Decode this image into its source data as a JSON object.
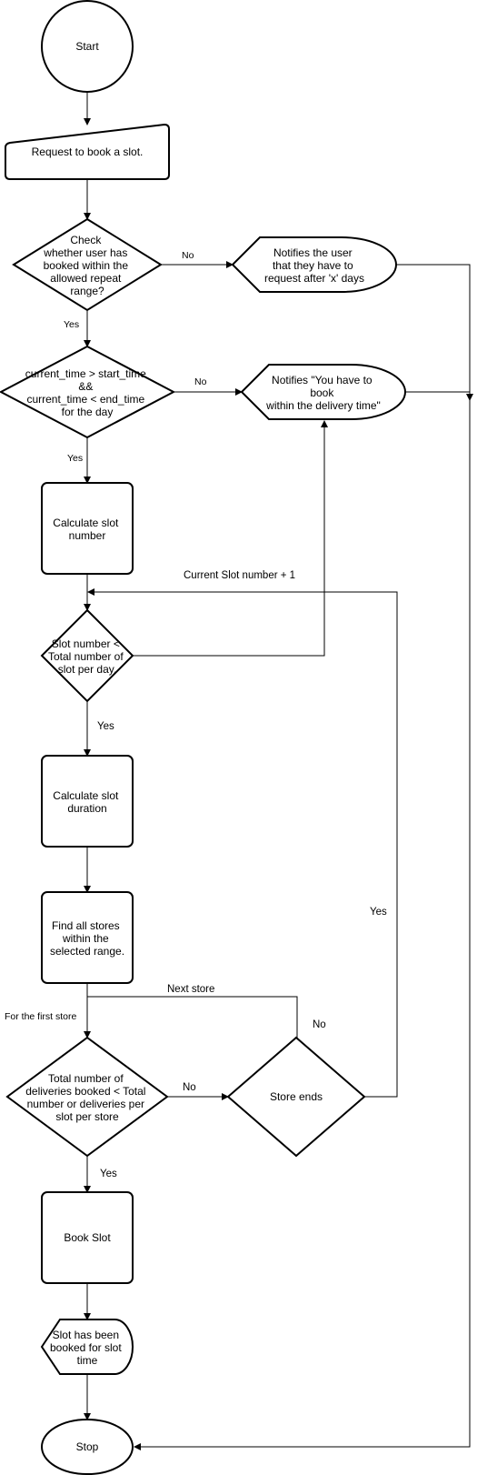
{
  "nodes": {
    "start": "Start",
    "request": "Request to book a slot.",
    "check_repeat": [
      "Check",
      "whether user has",
      "booked within the",
      "allowed repeat",
      "range?"
    ],
    "notify_repeat": [
      "Notifies the user",
      "that they have to",
      "request after 'x' days"
    ],
    "check_time": [
      "current_time >  start_time",
      "&&",
      "current_time < end_time",
      "for the day"
    ],
    "notify_time": [
      "Notifies \"You have to",
      "book",
      "within the delivery time\""
    ],
    "calc_slot_number": [
      "Calculate slot",
      "number"
    ],
    "slot_check": [
      "Slot number <",
      "Total number of",
      "slot per day."
    ],
    "calc_slot_duration": [
      "Calculate slot",
      "duration"
    ],
    "find_stores": [
      "Find all stores",
      "within the",
      "selected range."
    ],
    "deliveries_check": [
      "Total number of",
      "deliveries booked < Total",
      "number or deliveries per",
      "slot per store"
    ],
    "store_ends": "Store ends",
    "book_slot": "Book Slot",
    "slot_booked": [
      "Slot has been",
      "booked for slot",
      "time"
    ],
    "stop": "Stop"
  },
  "edges": {
    "repeat_no": "No",
    "repeat_yes": "Yes",
    "time_no": "No",
    "time_yes": "Yes",
    "slot_increment": "Current Slot number + 1",
    "slot_yes": "Yes",
    "next_store": "Next store",
    "first_store": "For the first store",
    "deliveries_no": "No",
    "deliveries_yes": "Yes",
    "store_ends_no": "No",
    "store_ends_yes": "Yes"
  }
}
